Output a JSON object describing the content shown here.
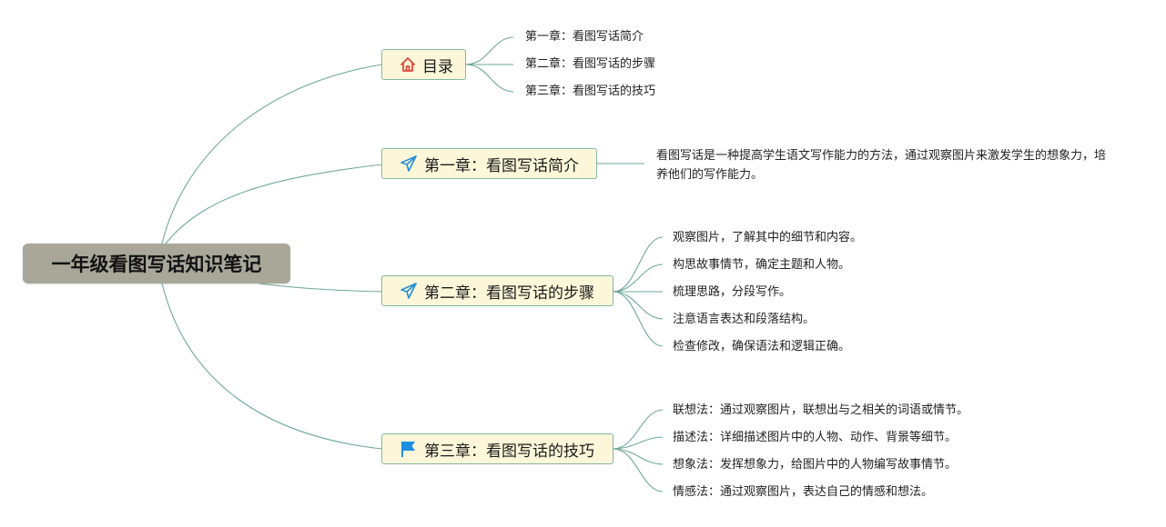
{
  "root": {
    "label": "一年级看图写话知识笔记"
  },
  "branches": [
    {
      "label": "目录",
      "icon": "home-icon",
      "children": [
        "第一章：看图写话简介",
        "第二章：看图写话的步骤",
        "第三章：看图写话的技巧"
      ]
    },
    {
      "label": "第一章：看图写话简介",
      "icon": "paper-plane-icon",
      "children": [
        "看图写话是一种提高学生语文写作能力的方法，通过观察图片来激发学生的想象力，培养他们的写作能力。"
      ]
    },
    {
      "label": "第二章：看图写话的步骤",
      "icon": "paper-plane-icon",
      "children": [
        "观察图片，了解其中的细节和内容。",
        "构思故事情节，确定主题和人物。",
        "梳理思路，分段写作。",
        "注意语言表达和段落结构。",
        "检查修改，确保语法和逻辑正确。"
      ]
    },
    {
      "label": "第三章：看图写话的技巧",
      "icon": "flag-icon",
      "children": [
        "联想法：通过观察图片，联想出与之相关的词语或情节。",
        "描述法：详细描述图片中的人物、动作、背景等细节。",
        "想象法：发挥想象力，给图片中的人物编写故事情节。",
        "情感法：通过观察图片，表达自己的情感和想法。"
      ]
    }
  ],
  "colors": {
    "connector": "#6fa89a",
    "root_fill": "#a8a79a",
    "branch_fill": "#fdf7d9",
    "branch_border": "#86b5a3",
    "home_icon": "#e0453a",
    "plane_icon": "#2a8fd6",
    "flag_icon": "#1e8ee0"
  }
}
